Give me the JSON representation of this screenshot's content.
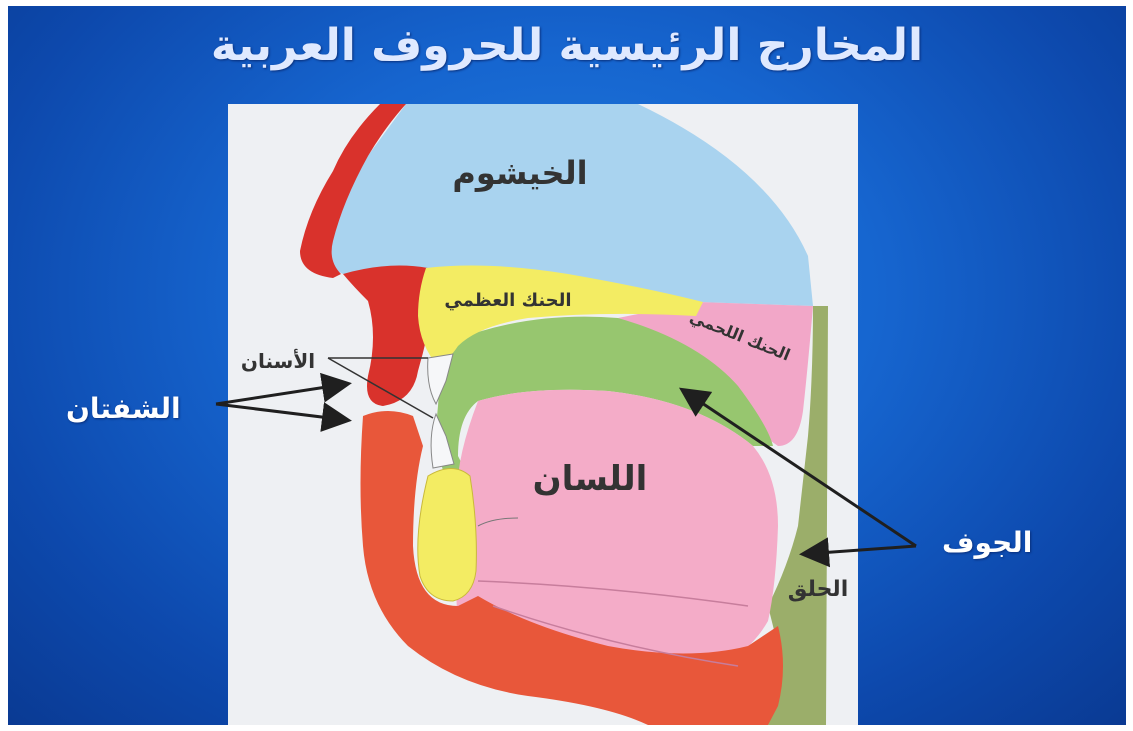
{
  "title": "المخارج الرئيسية للحروف العربية",
  "labels": {
    "nasal_cavity": "الخيشوم",
    "hard_palate": "الحنك العظمي",
    "soft_palate": "الحنك اللحمي",
    "teeth": "الأسنان",
    "lips": "الشفتان",
    "tongue": "اللسان",
    "cavity": "الجوف",
    "throat": "الحلق"
  },
  "colors": {
    "background": "#1665cf",
    "panel": "#eef0f3",
    "nasal_cavity": "#a9d3ef",
    "lips_nose": "#d9322c",
    "lip_lower": "#e8573a",
    "hard_palate": "#f3ec63",
    "soft_palate": "#f2a7c8",
    "tongue": "#f4acc8",
    "oral_cavity": "#97c66f",
    "throat_wall": "#9bae6a",
    "teeth": "#f6f7f9"
  },
  "icons": [
    "arrow-icon"
  ]
}
